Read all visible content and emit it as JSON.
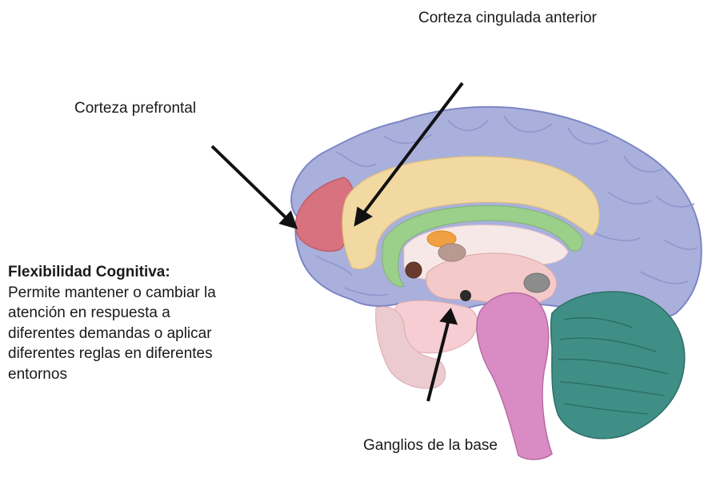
{
  "labels": {
    "anterior_cingulate": "Corteza cingulada anterior",
    "prefrontal": "Corteza prefrontal",
    "basal_ganglia": "Ganglios de la base"
  },
  "description": {
    "title": "Flexibilidad Cognitiva:",
    "body": "Permite mantener o cambiar la atención en respuesta a diferentes demandas o aplicar diferentes reglas en diferentes entornos"
  },
  "colors": {
    "cortex": "#aab0dc",
    "cortex_outline": "#7d86c4",
    "prefrontal": "#d8727f",
    "cingulate": "#f2d9a2",
    "green_band": "#9bd08a",
    "brainstem": "#d98cc4",
    "cerebellum": "#3f8f86",
    "thalamic_pink": "#f3c9c9",
    "arrow": "#111111"
  }
}
